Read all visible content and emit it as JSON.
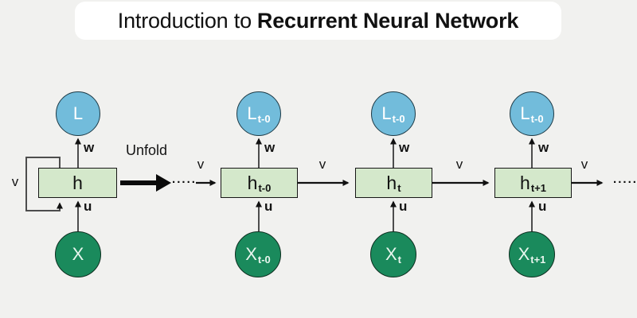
{
  "title": {
    "prefix": "Introduction to",
    "bold": "Recurrent Neural Network"
  },
  "flow": {
    "unfold_label": "Unfold",
    "ellipsis_mid": "·····",
    "ellipsis_end": "·····",
    "v_out": "v"
  },
  "folded": {
    "loss": "L",
    "hidden": "h",
    "input": "X",
    "w": "w",
    "u": "u",
    "v_loop": "v"
  },
  "units": [
    {
      "loss_main": "L",
      "loss_sub": "t-0",
      "hidden_main": "h",
      "hidden_sub": "t-0",
      "input_main": "X",
      "input_sub": "t-0",
      "w": "w",
      "u": "u",
      "v_in": "v"
    },
    {
      "loss_main": "L",
      "loss_sub": "t-0",
      "hidden_main": "h",
      "hidden_sub": "t",
      "input_main": "X",
      "input_sub": "t",
      "w": "w",
      "u": "u",
      "v_in": "v"
    },
    {
      "loss_main": "L",
      "loss_sub": "t-0",
      "hidden_main": "h",
      "hidden_sub": "t+1",
      "input_main": "X",
      "input_sub": "t+1",
      "w": "w",
      "u": "u",
      "v_in": "v"
    }
  ],
  "colors": {
    "background": "#f1f1ef",
    "title_card": "#ffffff",
    "loss_fill": "#72bcdb",
    "hidden_fill": "#d4e8cb",
    "input_fill": "#1a8a5c",
    "line_gray": "#4d4d4d",
    "line_black": "#111111"
  }
}
